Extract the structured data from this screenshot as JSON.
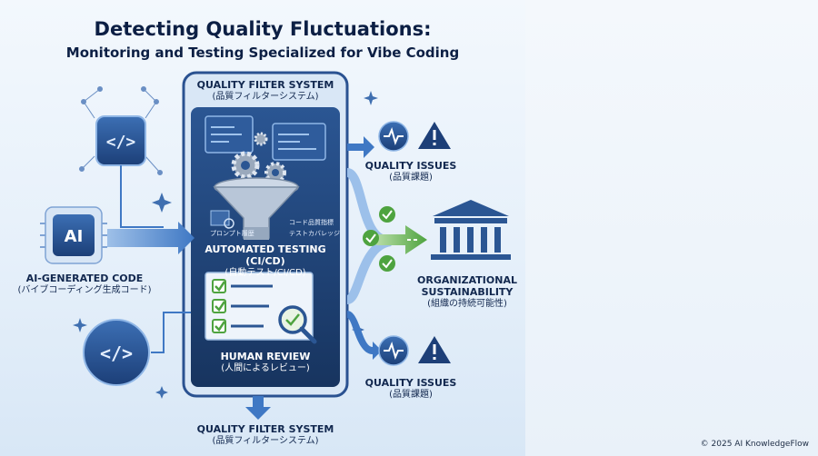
{
  "title": "Detecting Quality Fluctuations:",
  "subtitle": "Monitoring and Testing Specialized for Vibe Coding",
  "ai_icon_text": "AI",
  "ai_generated": {
    "en": "AI-GENERATED CODE",
    "ja": "(バイブコーディング生成コード)"
  },
  "filter_top": {
    "en": "QUALITY FILTER SYSTEM",
    "ja": "(品質フィルターシステム)"
  },
  "automated_testing": {
    "en": "AUTOMATED TESTING (CI/CD)",
    "ja": "(自動テスト/CI/CD)"
  },
  "human_review": {
    "en": "HUMAN REVIEW",
    "ja": "(人間によるレビュー)"
  },
  "filter_bottom": {
    "en": "QUALITY FILTER SYSTEM",
    "ja": "(品質フィルターシステム)"
  },
  "quality_issues_top": {
    "en": "QUALITY ISSUES",
    "ja": "(品質課題)"
  },
  "quality_issues_bottom": {
    "en": "QUALITY ISSUES",
    "ja": "(品質課題)"
  },
  "org": {
    "line1": "ORGANIZATIONAL",
    "line2": "SUSTAINABILITY",
    "ja": "(組織の持続可能性)"
  },
  "metric_label": "コード品質指標",
  "prompt_label": "プロンプト履歴",
  "coverage_label": "テストカバレッジ",
  "copyright": "© 2025 AI KnowledgeFlow",
  "colors": {
    "navy": "#1d3f78",
    "blue": "#3f78c4",
    "green": "#5cae4c",
    "panel": "#24487f"
  }
}
